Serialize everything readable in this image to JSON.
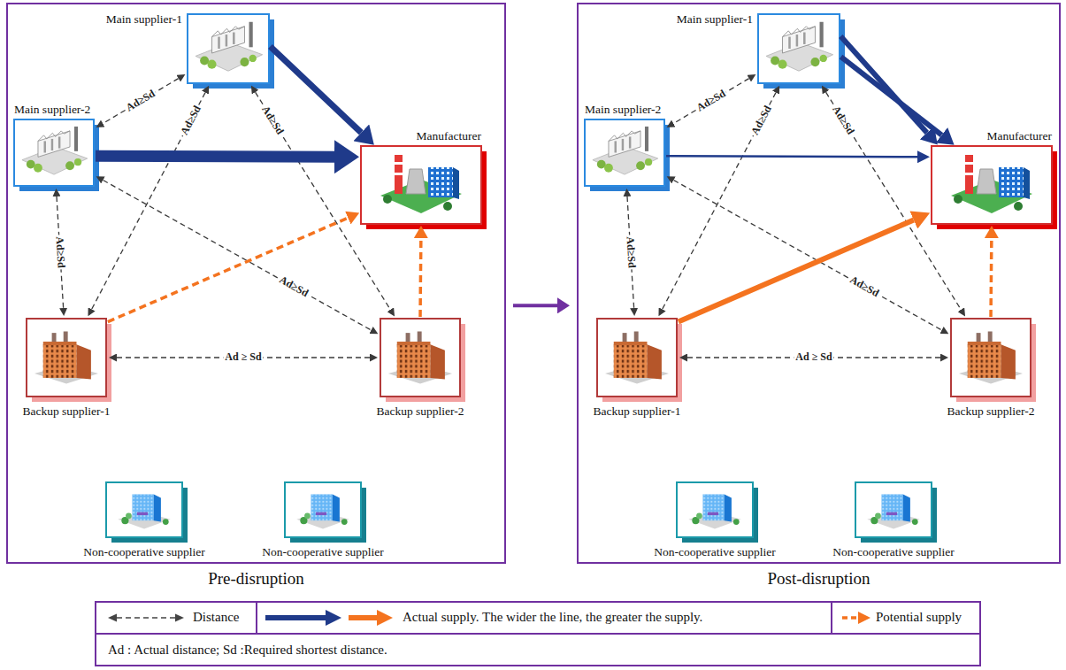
{
  "diagram": {
    "nodes": [
      {
        "text": [
          "Pre-disruption"
        ]
      },
      {
        "text": [
          "Main supplier-1"
        ],
        "in": 0
      },
      {
        "text": [
          "Main supplier-2"
        ],
        "in": 0
      },
      {
        "text": [
          "Manufacturer"
        ],
        "in": 0
      },
      {
        "text": [
          "Backup supplier-1"
        ],
        "in": 0
      },
      {
        "text": [
          "Backup supplier-2"
        ],
        "in": 0
      },
      {
        "text": [
          "Non-cooperative supplier"
        ],
        "in": 0
      },
      {
        "text": [
          "Non-cooperative supplier"
        ],
        "in": 0
      },
      {
        "text": [
          "Post-disruption"
        ]
      },
      {
        "text": [
          "Main supplier-1"
        ],
        "in": 8
      },
      {
        "text": [
          "Main supplier-2"
        ],
        "in": 8
      },
      {
        "text": [
          "Manufacturer"
        ],
        "in": 8
      },
      {
        "text": [
          "Backup supplier-1"
        ],
        "in": 8
      },
      {
        "text": [
          "Backup supplier-2"
        ],
        "in": 8
      },
      {
        "text": [
          "Non-cooperative supplier"
        ],
        "in": 8
      },
      {
        "text": [
          "Non-cooperative supplier"
        ],
        "in": 8
      }
    ],
    "edges": [
      {
        "from": 1,
        "to": 2,
        "arrow": "both",
        "label": "Ad≥Sd"
      },
      {
        "from": 1,
        "to": 4,
        "arrow": "both",
        "label": "Ad≥Sd"
      },
      {
        "from": 1,
        "to": 5,
        "arrow": "both",
        "label": "Ad≥Sd"
      },
      {
        "from": 2,
        "to": 4,
        "arrow": "both",
        "label": "Ad≥Sd"
      },
      {
        "from": 2,
        "to": 5,
        "arrow": "both",
        "label": "Ad≥Sd"
      },
      {
        "from": 4,
        "to": 5,
        "arrow": "both",
        "label": "Ad ≥ Sd"
      },
      {
        "from": 1,
        "to": 3,
        "arrow": "to"
      },
      {
        "from": 2,
        "to": 3,
        "arrow": "to"
      },
      {
        "from": 4,
        "to": 3,
        "arrow": "to"
      },
      {
        "from": 5,
        "to": 3,
        "arrow": "to"
      },
      {
        "from": 0,
        "to": 8,
        "arrow": "to"
      },
      {
        "from": 9,
        "to": 10,
        "arrow": "both",
        "label": "Ad≥Sd"
      },
      {
        "from": 9,
        "to": 12,
        "arrow": "both",
        "label": "Ad≥Sd"
      },
      {
        "from": 9,
        "to": 13,
        "arrow": "both",
        "label": "Ad≥Sd"
      },
      {
        "from": 10,
        "to": 12,
        "arrow": "both",
        "label": "Ad≥Sd"
      },
      {
        "from": 10,
        "to": 13,
        "arrow": "both",
        "label": "Ad≥Sd"
      },
      {
        "from": 12,
        "to": 13,
        "arrow": "both",
        "label": "Ad ≥ Sd"
      },
      {
        "from": 9,
        "to": 11,
        "arrow": "to"
      },
      {
        "from": 9,
        "to": 11,
        "arrow": "to"
      },
      {
        "from": 10,
        "to": 11,
        "arrow": "to"
      },
      {
        "from": 12,
        "to": 11,
        "arrow": "to"
      },
      {
        "from": 13,
        "to": 11,
        "arrow": "to"
      }
    ],
    "labels": [
      "Ad : Actual distance; Sd :Required shortest distance."
    ],
    "legend": [
      {
        "text": "Distance"
      },
      {
        "text": "Actual supply. The wider the line, the greater the supply."
      },
      {
        "text": "Potential supply"
      }
    ]
  }
}
